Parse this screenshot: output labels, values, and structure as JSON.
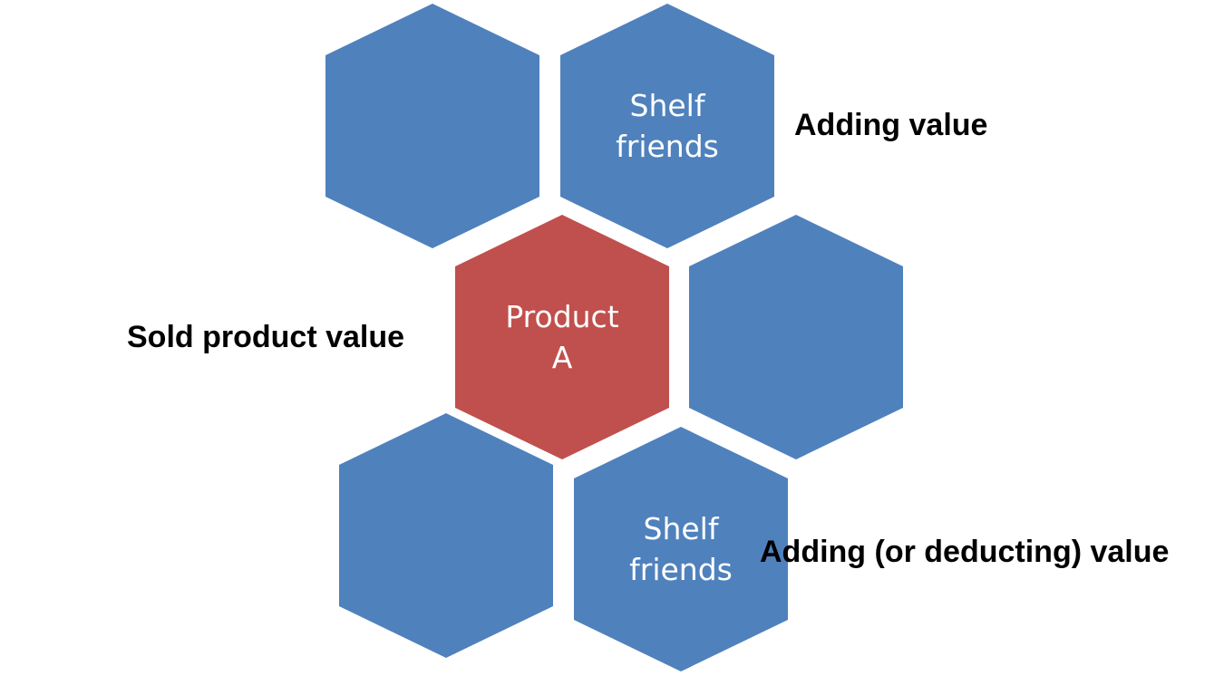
{
  "colors": {
    "hex_default": "#4f81bd",
    "hex_highlight": "#c0504d",
    "hex_text": "#ffffff",
    "label_text": "#000000"
  },
  "hexagons": [
    {
      "id": "top-left",
      "lines": [],
      "highlight": false
    },
    {
      "id": "top-right",
      "lines": [
        "Shelf",
        "friends"
      ],
      "highlight": false
    },
    {
      "id": "center",
      "lines": [
        "Product",
        "A"
      ],
      "highlight": true
    },
    {
      "id": "middle-right",
      "lines": [],
      "highlight": false
    },
    {
      "id": "bottom-left",
      "lines": [],
      "highlight": false
    },
    {
      "id": "bottom-right",
      "lines": [
        "Shelf",
        "friends"
      ],
      "highlight": false
    }
  ],
  "labels": {
    "adding": "Adding value",
    "sold": "Sold product value",
    "adding_deducting": "Adding (or deducting) value"
  }
}
